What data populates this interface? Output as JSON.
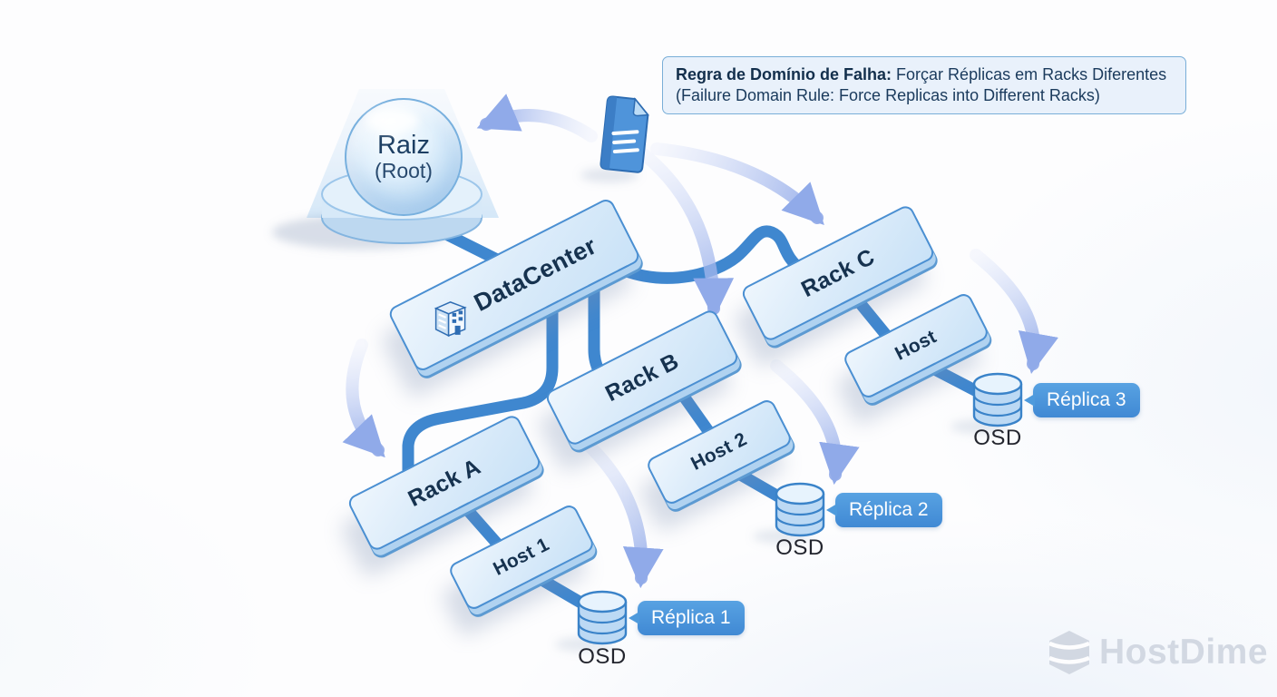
{
  "rule_box": {
    "label_bold": "Regra de Domínio de Falha:",
    "label_rest": " Forçar Réplicas em Racks Diferentes",
    "label_line2": "(Failure Domain Rule: Force Replicas into Different Racks)"
  },
  "tree": {
    "root": {
      "label": "Raiz",
      "sublabel": "(Root)"
    },
    "datacenter": {
      "label": "DataCenter"
    },
    "racks": [
      {
        "label": "Rack A"
      },
      {
        "label": "Rack B"
      },
      {
        "label": "Rack C"
      }
    ],
    "hosts": [
      {
        "label": "Host 1"
      },
      {
        "label": "Host 2"
      },
      {
        "label": "Host"
      }
    ],
    "osd_label": "OSD",
    "replicas": [
      {
        "label": "Réplica 1"
      },
      {
        "label": "Réplica 2"
      },
      {
        "label": "Réplica 3"
      }
    ]
  },
  "watermark": {
    "label": "HostDime"
  },
  "icons": {
    "document": "crush-rule-document-icon",
    "building": "datacenter-building-icon",
    "osd": "database-cylinder-icon",
    "logo": "hostdime-hexagon-icon"
  },
  "colors": {
    "node_fill": "#dcecfa",
    "node_border": "#4a8fd2",
    "node_text": "#16324f",
    "connector": "#3f87cf",
    "arrow": "#9bb2ec",
    "badge_fill": "#4a94dc",
    "badge_text": "#ffffff",
    "rule_fill": "#e9f1fb",
    "rule_border": "#79aed8",
    "watermark": "#d2d8e2"
  }
}
